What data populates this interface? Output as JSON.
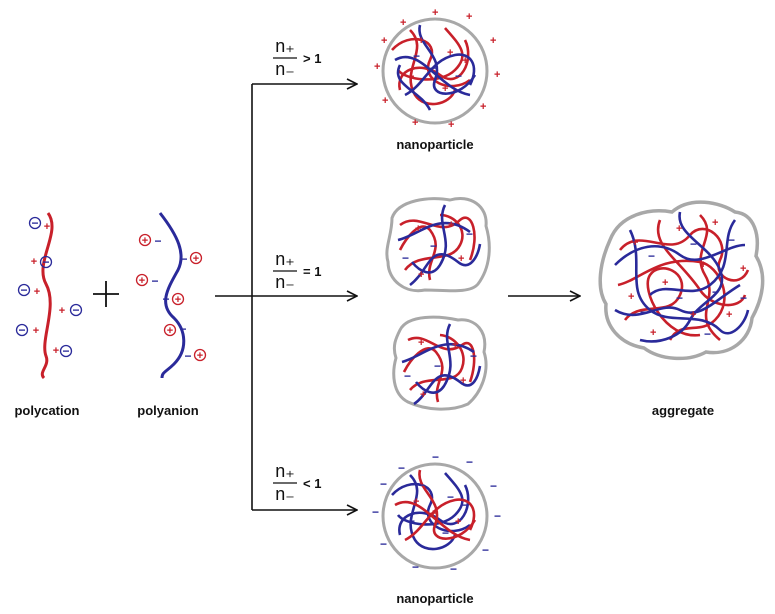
{
  "labels": {
    "polycation": "polycation",
    "polyanion": "polyanion",
    "nanoparticle_top": "nanoparticle",
    "nanoparticle_bottom": "nanoparticle",
    "aggregate": "aggregate"
  },
  "ratios": {
    "numerator": "n₊",
    "denominator": "n₋",
    "top_comparison": "> 1",
    "middle_comparison": "= 1",
    "bottom_comparison": "< 1"
  },
  "symbols": {
    "plus": "+",
    "minus": "−"
  },
  "colors": {
    "polycation": "#c8202a",
    "polyanion": "#2a2a9a",
    "particle_outline": "#a8a8a8",
    "arrow": "#111111"
  }
}
